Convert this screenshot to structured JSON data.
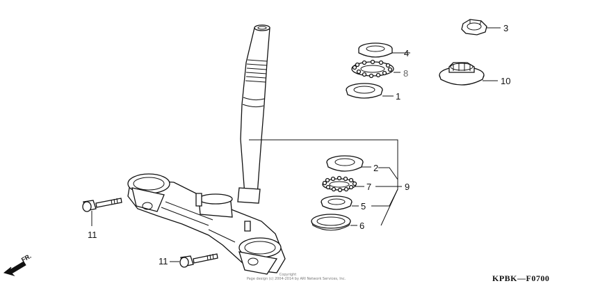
{
  "callouts": {
    "c1": "1",
    "c2": "2",
    "c3": "3",
    "c4": "4",
    "c5": "5",
    "c6": "6",
    "c7": "7",
    "c8": "8",
    "c9": "9",
    "c10": "10",
    "c11a": "11",
    "c11b": "11"
  },
  "direction_label": "FR.",
  "diagram_code": "KPBK—F0700",
  "copyright": {
    "line1": "Copyright",
    "line2": "Page design (c) 2004-2014 by ARI Network Services, Inc."
  },
  "colors": {
    "ink": "#111111",
    "gray_label": "#666666"
  }
}
